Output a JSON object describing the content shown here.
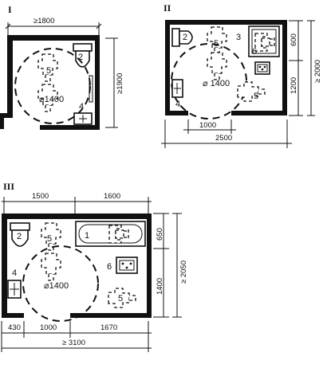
{
  "plans": [
    {
      "id": "I",
      "dims": {
        "width_top": "≥1800",
        "height_right": "≥1900"
      },
      "items": {
        "wc": "2",
        "turning_circle": "5",
        "circle_label": "⌀1400",
        "basin": "4"
      }
    },
    {
      "id": "II",
      "dims": {
        "top_right": "600",
        "right_bottom": "1200",
        "right_total": "≥ 2000",
        "door": "1000",
        "width_total": "2500"
      },
      "items": {
        "wc": "2",
        "person_wc": "5",
        "shower_zone": "3",
        "seat": "6",
        "circle_label": "⌀ 1400",
        "person_shower": "5",
        "basin": "4"
      }
    },
    {
      "id": "III",
      "dims": {
        "top_left": "1500",
        "top_right": "1600",
        "right_top": "650",
        "right_bottom": "1400",
        "right_total": "≥ 2050",
        "bottom_a": "430",
        "bottom_b": "1000",
        "bottom_c": "1670",
        "width_total": "≥ 3100"
      },
      "items": {
        "wc": "2",
        "person_wc": "5",
        "bath": "1",
        "seat": "6",
        "circle_label": "⌀1400",
        "person_bath": "5",
        "basin": "4"
      }
    }
  ]
}
